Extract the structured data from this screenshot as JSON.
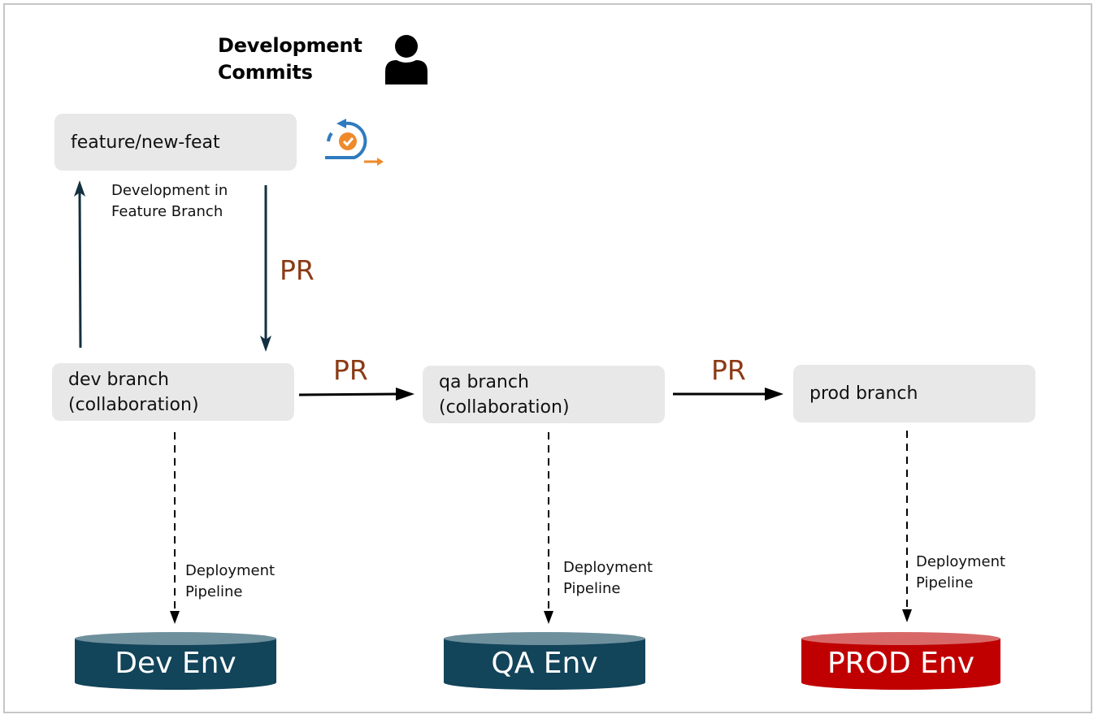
{
  "header": {
    "title_line1": "Development",
    "title_line2": "Commits",
    "user_icon": "user-icon"
  },
  "iteration_icon": "iteration-cycle-icon",
  "branches": {
    "feature": {
      "label": "feature/new-feat"
    },
    "dev": {
      "line1": "dev branch",
      "line2": "(collaboration)"
    },
    "qa": {
      "line1": "qa branch",
      "line2": "(collaboration)"
    },
    "prod": {
      "label": "prod branch"
    }
  },
  "annotations": {
    "feature_dev_line1": "Development in",
    "feature_dev_line2": "Feature Branch",
    "pr_feature_to_dev": "PR",
    "pr_dev_to_qa": "PR",
    "pr_qa_to_prod": "PR",
    "deploy_dev_line1": "Deployment",
    "deploy_dev_line2": "Pipeline",
    "deploy_qa_line1": "Deployment",
    "deploy_qa_line2": "Pipeline",
    "deploy_prod_line1": "Deployment",
    "deploy_prod_line2": "Pipeline"
  },
  "environments": {
    "dev": {
      "label": "Dev Env",
      "color": "#12445a",
      "top_color": "#6e909c"
    },
    "qa": {
      "label": "QA Env",
      "color": "#12445a",
      "top_color": "#6e909c"
    },
    "prod": {
      "label": "PROD Env",
      "color": "#c00000",
      "top_color": "#d86868"
    }
  },
  "colors": {
    "arrow_dark": "#12303f",
    "pr_text": "#8b3a14",
    "icon_blue": "#2f7bbf",
    "icon_orange": "#ee8a2b"
  }
}
